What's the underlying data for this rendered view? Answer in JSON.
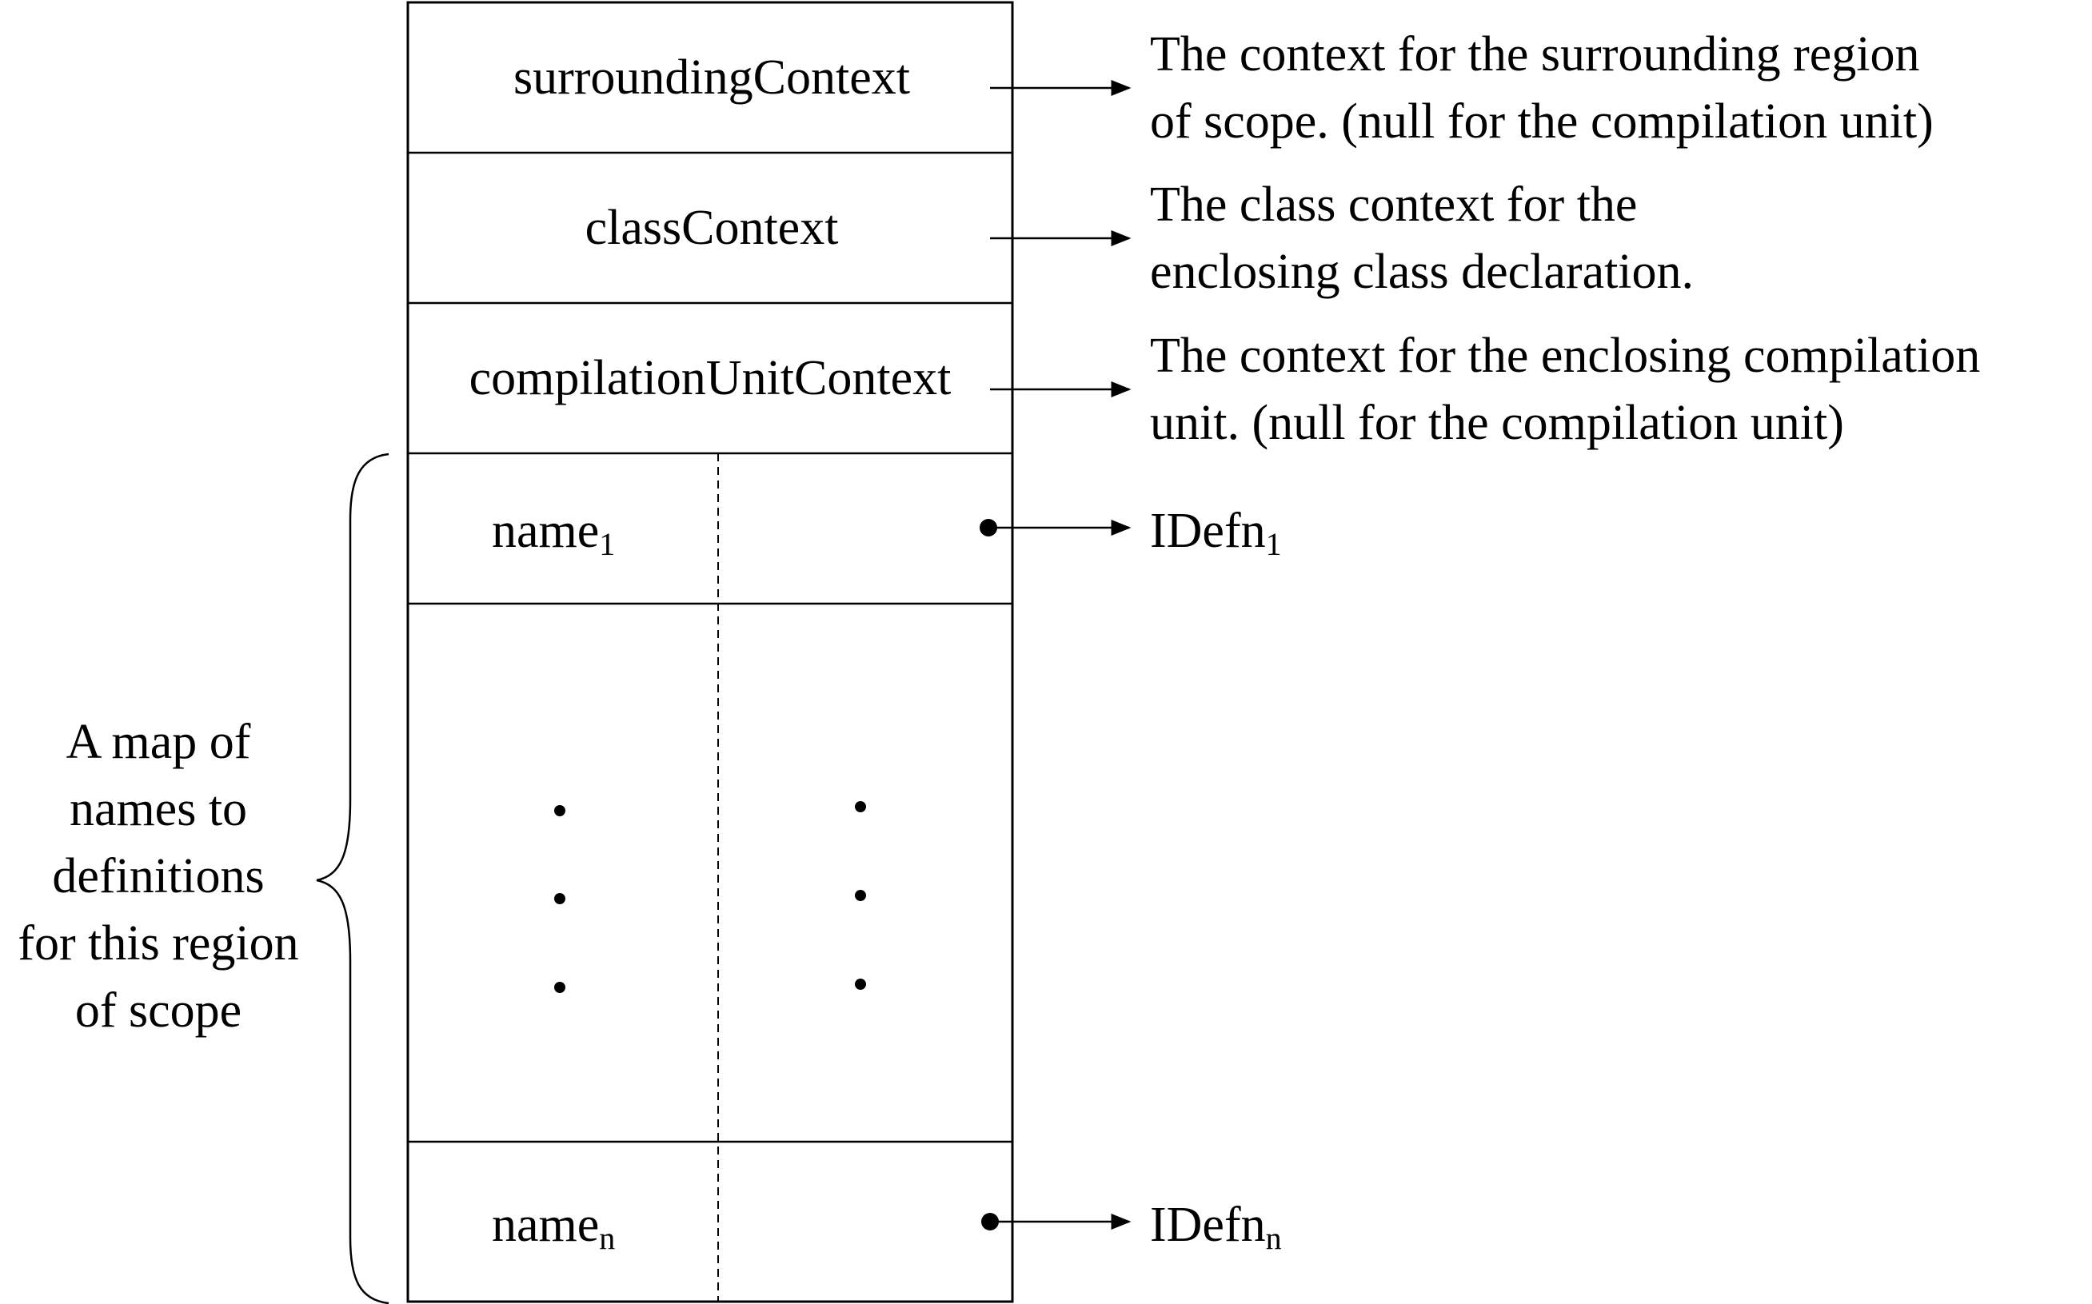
{
  "frame": {
    "fields": [
      {
        "name": "surroundingContext",
        "description": [
          "The context for the surrounding region",
          "of scope. (null for the compilation unit)"
        ]
      },
      {
        "name": "classContext",
        "description": [
          "The class context for the",
          "enclosing class declaration."
        ]
      },
      {
        "name": "compilationUnitContext",
        "description": [
          "The context for the enclosing compilation",
          "unit. (null for the compilation unit)"
        ]
      }
    ],
    "map_entries": [
      {
        "key": "name",
        "key_subscript": "1",
        "target": "IDefn",
        "target_subscript": "1"
      },
      {
        "key": "name",
        "key_subscript": "n",
        "target": "IDefn",
        "target_subscript": "n"
      }
    ],
    "map_label": [
      "A map of",
      "names to",
      "definitions",
      "for this region",
      "of scope"
    ]
  }
}
